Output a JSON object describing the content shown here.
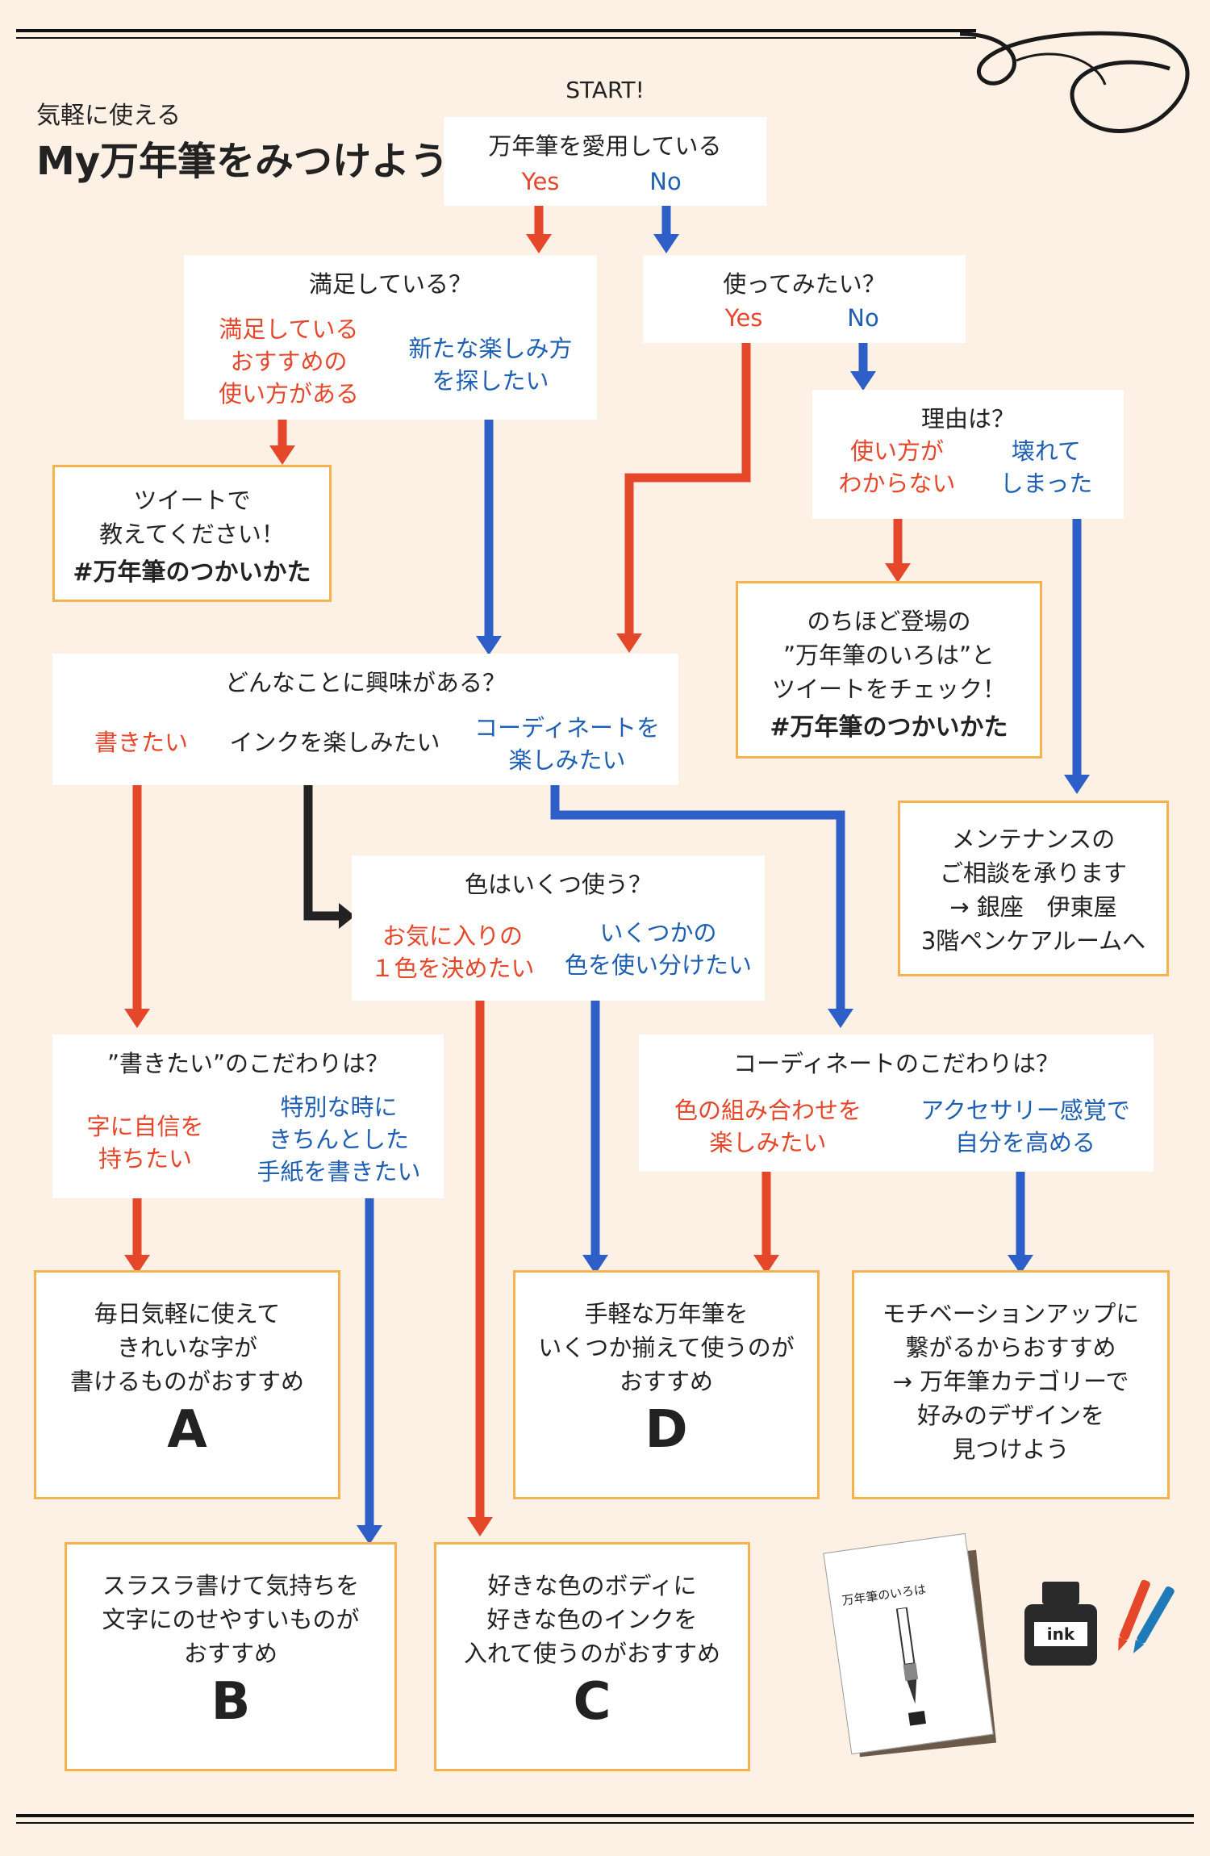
{
  "header": {
    "subtitle": "気軽に使える",
    "title": "My万年筆をみつけよう",
    "start": "START!"
  },
  "colors": {
    "red": "#e5472b",
    "blue": "#1e5fb3",
    "answer_border": "#f5b24e",
    "background": "#fdf0e4"
  },
  "questions": {
    "q1": {
      "text": "万年筆を愛用している",
      "yes": "Yes",
      "no": "No"
    },
    "q2": {
      "text": "満足している？",
      "red": "満足している\nおすすめの\n使い方がある",
      "blue": "新たな楽しみ方\nを探したい"
    },
    "q3": {
      "text": "使ってみたい？",
      "yes": "Yes",
      "no": "No"
    },
    "q4": {
      "text": "理由は？",
      "red": "使い方が\nわからない",
      "blue": "壊れて\nしまった"
    },
    "q5": {
      "text": "どんなことに興味がある？",
      "red": "書きたい",
      "black": "インクを楽しみたい",
      "blue": "コーディネートを\n楽しみたい"
    },
    "q6": {
      "text": "色はいくつ使う？",
      "red": "お気に入りの\n１色を決めたい",
      "blue": "いくつかの\n色を使い分けたい"
    },
    "q7": {
      "text": "”書きたい”のこだわりは？",
      "red": "字に自信を\n持ちたい",
      "blue": "特別な時に\nきちんとした\n手紙を書きたい"
    },
    "q8": {
      "text": "コーディネートのこだわりは？",
      "red": "色の組み合わせを\n楽しみたい",
      "blue": "アクセサリー感覚で\n自分を高める"
    }
  },
  "answers": {
    "tweet": {
      "body": "ツイートで\n教えてください！",
      "tag": "#万年筆のつかいかた"
    },
    "later": {
      "body": "のちほど登場の\n”万年筆のいろは”と\nツイートをチェック！",
      "tag": "#万年筆のつかいかた"
    },
    "maint": {
      "body": "メンテナンスの\nご相談を承ります\n→ 銀座　伊東屋\n3階ペンケアルームへ"
    },
    "A": {
      "body": "毎日気軽に使えて\nきれいな字が\n書けるものがおすすめ",
      "letter": "A"
    },
    "B": {
      "body": "スラスラ書けて気持ちを\n文字にのせやすいものが\nおすすめ",
      "letter": "B"
    },
    "C": {
      "body": "好きな色のボディに\n好きな色のインクを\n入れて使うのがおすすめ",
      "letter": "C"
    },
    "D": {
      "body": "手軽な万年筆を\nいくつか揃えて使うのが\nおすすめ",
      "letter": "D"
    },
    "E": {
      "body": "モチベーションアップに\n繋がるからおすすめ\n→ 万年筆カテゴリーで\n好みのデザインを\n見つけよう"
    }
  },
  "booklet": {
    "title": "万年筆のいろは"
  },
  "ink": {
    "label": "ink"
  }
}
